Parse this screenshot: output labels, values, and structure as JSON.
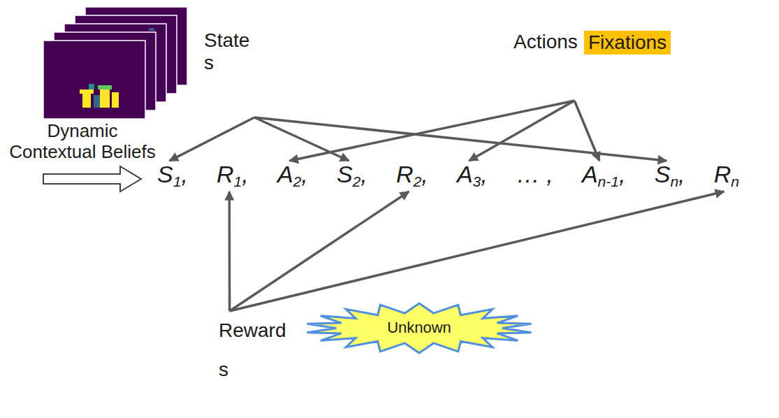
{
  "diagram": {
    "nodes": [
      {
        "text": [
          "State s"
        ]
      },
      {
        "text": [
          "Actions"
        ]
      },
      {
        "text": [
          "Fixations"
        ]
      },
      {
        "text": [
          "S1,"
        ]
      },
      {
        "text": [
          "R1,"
        ]
      },
      {
        "text": [
          "A2,"
        ]
      },
      {
        "text": [
          "S2,"
        ]
      },
      {
        "text": [
          "R2,"
        ]
      },
      {
        "text": [
          "A3,"
        ]
      },
      {
        "text": [
          "An-1,"
        ]
      },
      {
        "text": [
          "Sn,"
        ]
      },
      {
        "text": [
          "Rn"
        ]
      },
      {
        "text": [
          "Reward s"
        ]
      },
      {
        "text": [
          "Unknown"
        ]
      }
    ],
    "edges": [
      {
        "from": 0,
        "to": 3,
        "arrow": "to"
      },
      {
        "from": 0,
        "to": 6,
        "arrow": "to"
      },
      {
        "from": 0,
        "to": 10,
        "arrow": "to"
      },
      {
        "from": 1,
        "to": 5,
        "arrow": "to"
      },
      {
        "from": 1,
        "to": 8,
        "arrow": "to"
      },
      {
        "from": 1,
        "to": 9,
        "arrow": "to"
      },
      {
        "from": 12,
        "to": 4,
        "arrow": "to"
      },
      {
        "from": 12,
        "to": 7,
        "arrow": "to"
      },
      {
        "from": 12,
        "to": 11,
        "arrow": "to"
      }
    ],
    "labels": [
      "Dynamic Contextual Beliefs",
      "… ,"
    ]
  }
}
